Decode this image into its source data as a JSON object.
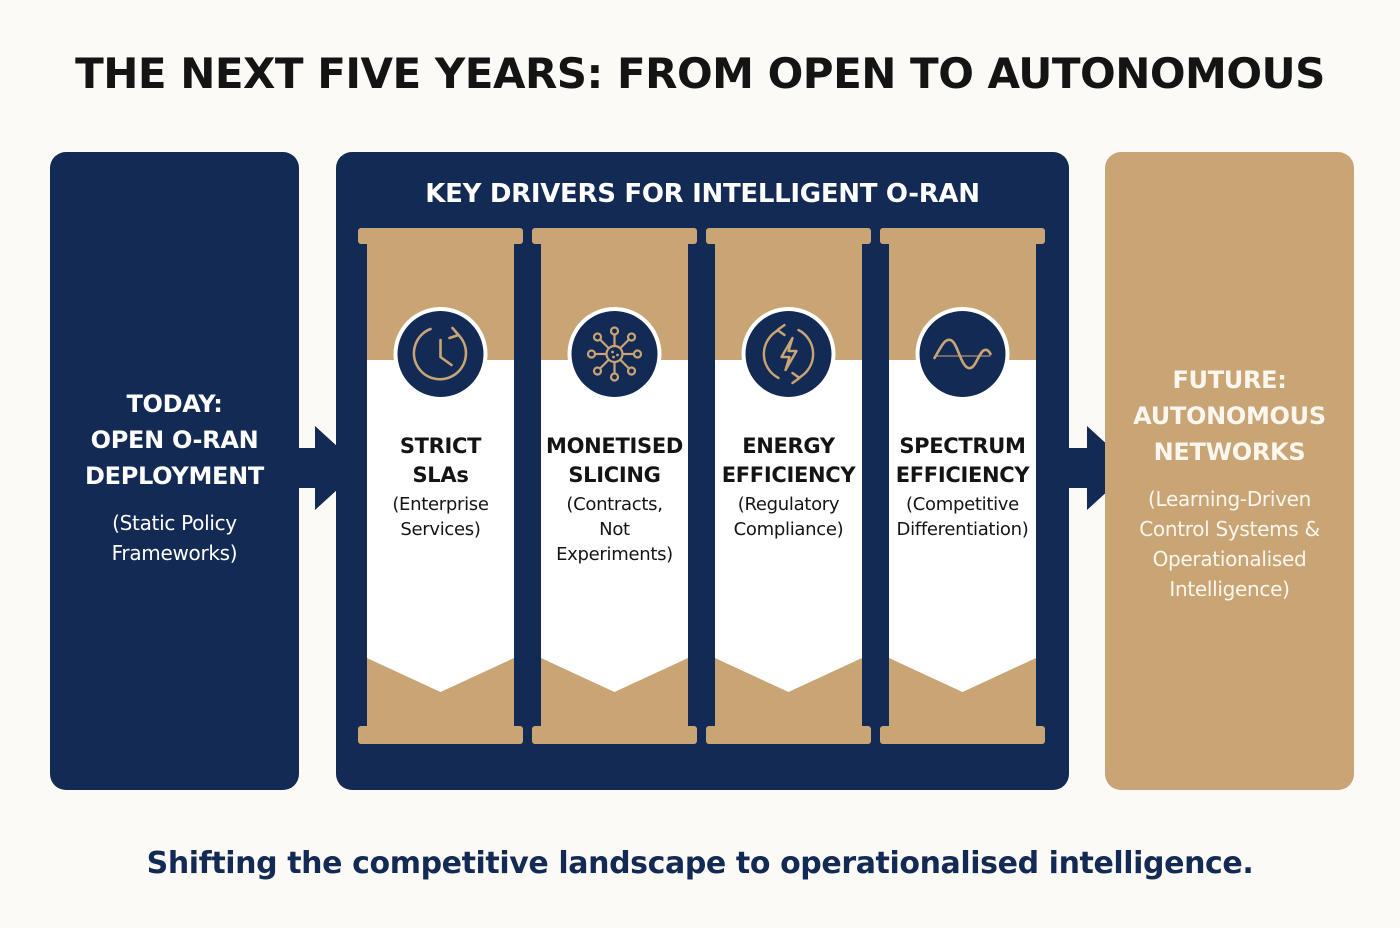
{
  "title": "THE NEXT FIVE YEARS: FROM OPEN TO AUTONOMOUS",
  "today": {
    "heading_lines": [
      "TODAY:",
      "OPEN O-RAN",
      "DEPLOYMENT"
    ],
    "sub_lines": [
      "(Static Policy",
      "Frameworks)"
    ]
  },
  "drivers": {
    "title": "KEY DRIVERS FOR INTELLIGENT O-RAN",
    "columns": [
      {
        "icon": "clock-icon",
        "title_lines": [
          "STRICT",
          "SLAs"
        ],
        "sub_lines": [
          "(Enterprise",
          "Services)"
        ]
      },
      {
        "icon": "network-hub-icon",
        "title_lines": [
          "MONETISED",
          "SLICING"
        ],
        "sub_lines": [
          "(Contracts,",
          "Not",
          "Experiments)"
        ]
      },
      {
        "icon": "energy-bolt-icon",
        "title_lines": [
          "ENERGY",
          "EFFICIENCY"
        ],
        "sub_lines": [
          "(Regulatory",
          "Compliance)"
        ]
      },
      {
        "icon": "wave-icon",
        "title_lines": [
          "SPECTRUM",
          "EFFICIENCY"
        ],
        "sub_lines": [
          "(Competitive",
          "Differentiation)"
        ]
      }
    ]
  },
  "future": {
    "heading_lines": [
      "FUTURE:",
      "AUTONOMOUS",
      "NETWORKS"
    ],
    "sub_lines": [
      "(Learning-Driven",
      "Control Systems &",
      "Operationalised",
      "Intelligence)"
    ]
  },
  "tagline": "Shifting the competitive landscape to operationalised intelligence.",
  "colors": {
    "navy": "#132a54",
    "gold": "#c9a575",
    "white": "#ffffff"
  }
}
